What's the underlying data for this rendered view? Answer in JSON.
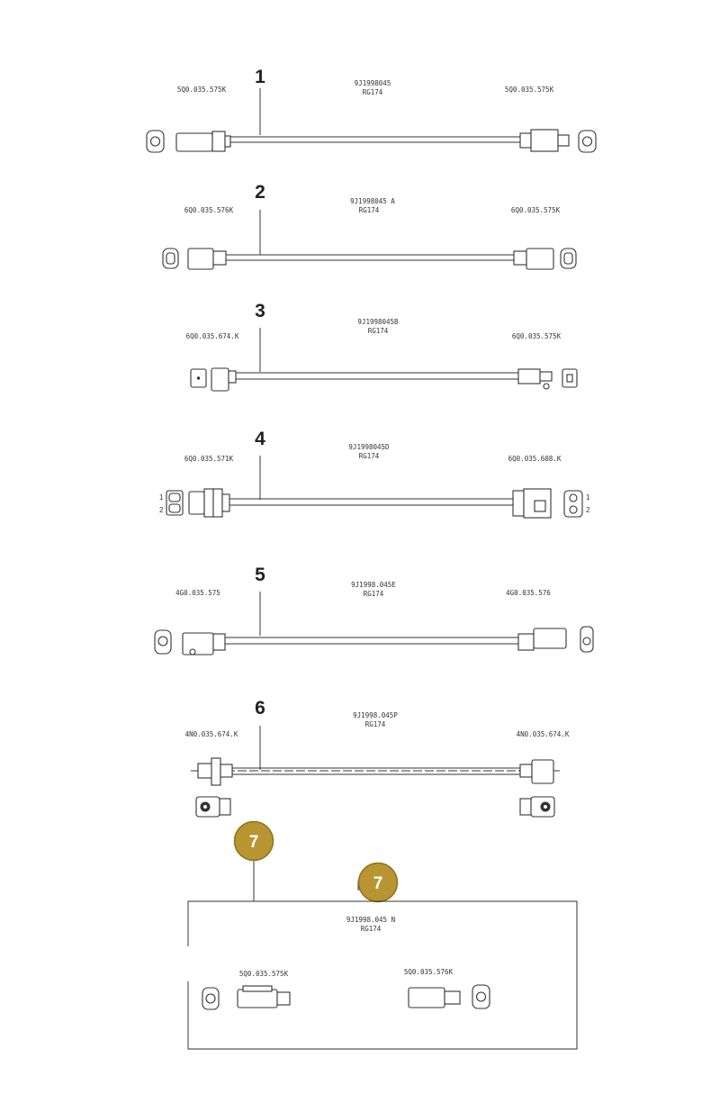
{
  "colors": {
    "badge": "#B89530",
    "badge_border": "#8F7321",
    "line": "#333333"
  },
  "cables": [
    {
      "number": "1",
      "part_no": "9J1998045",
      "cable_type": "RG174",
      "left_connector": "5Q0.035.575K",
      "right_connector": "5Q0.035.575K"
    },
    {
      "number": "2",
      "part_no": "9J1998045 A",
      "cable_type": "RG174",
      "left_connector": "6Q0.035.576K",
      "right_connector": "6Q0.035.575K"
    },
    {
      "number": "3",
      "part_no": "9J1998045B",
      "cable_type": "RG174",
      "left_connector": "6Q0.035.674.K",
      "right_connector": "6Q0.035.575K"
    },
    {
      "number": "4",
      "part_no": "9J1998045D",
      "cable_type": "RG174",
      "left_connector": "6Q0.035.571K",
      "right_connector": "6Q0.035.608.K",
      "pins_left": [
        "1",
        "2"
      ],
      "pins_right": [
        "1",
        "2"
      ]
    },
    {
      "number": "5",
      "part_no": "9J1998.045E",
      "cable_type": "RG174",
      "left_connector": "4G0.035.575",
      "right_connector": "4G0.035.576"
    },
    {
      "number": "6",
      "part_no": "9J1998.045P",
      "cable_type": "RG174",
      "left_connector": "4N0.035.674.K",
      "right_connector": "4N0.035.674.K"
    }
  ],
  "item7": {
    "number": "7",
    "badge_number": "7",
    "part_no": "9J1998.045 N",
    "cable_type": "RG174",
    "left_connector": "5Q0.035.575K",
    "right_connector": "5Q0.035.576K"
  }
}
